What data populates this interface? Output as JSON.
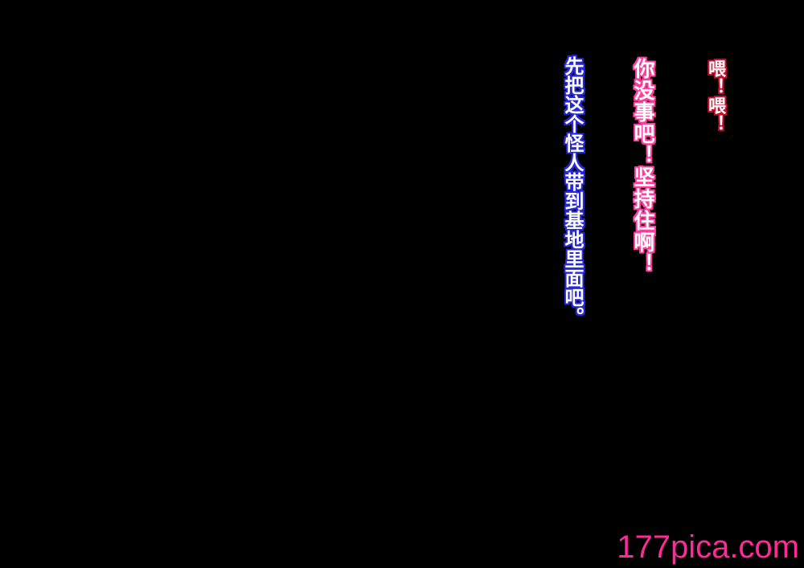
{
  "background_color": "#000000",
  "dialogue": [
    {
      "text": "喂！喂！",
      "outline_color": "#c8102e"
    },
    {
      "text": "你没事吧！坚持住啊！",
      "outline_color": "#ff3e9e"
    },
    {
      "text": "先把这个怪人带到基地里面吧。",
      "outline_color": "#2a2ad8"
    }
  ],
  "watermark": {
    "text": "177pica.com",
    "color": "#ff2a9a"
  }
}
